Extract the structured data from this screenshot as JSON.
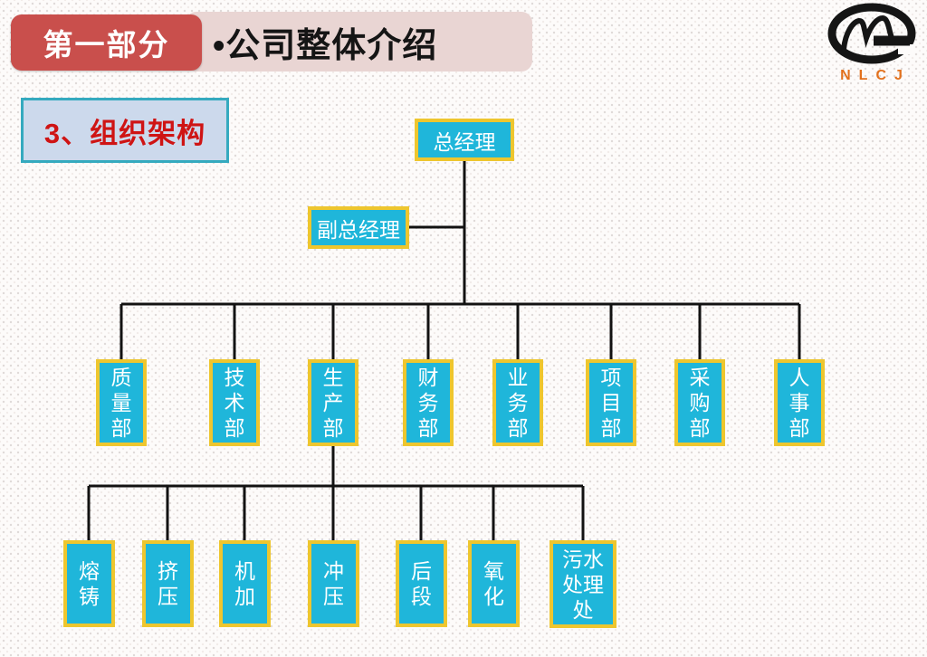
{
  "header": {
    "part_badge": "第一部分",
    "title": "•公司整体介绍",
    "logo_text": "NLCJ",
    "logo_mark_icon": "cm-ellipse-monogram"
  },
  "section": {
    "heading": "3、组织架构"
  },
  "org_chart": {
    "root": "总经理",
    "deputy": "副总经理",
    "departments": [
      "质量部",
      "技术部",
      "生产部",
      "财务部",
      "业务部",
      "项目部",
      "采购部",
      "人事部"
    ],
    "production_units": [
      "熔铸",
      "挤压",
      "机加",
      "冲压",
      "后段",
      "氧化",
      "污水处理处"
    ]
  },
  "colors": {
    "node_fill": "#1fb6da",
    "node_border": "#eec62e",
    "connector": "#121212",
    "badge_red": "#c94f4c",
    "banner_pink": "#e9d5d3",
    "section_fill": "#ccd9ec",
    "section_border": "#35aabf",
    "section_text": "#cf1414",
    "logo_orange": "#e2711d",
    "node_text": "#ffffff"
  }
}
